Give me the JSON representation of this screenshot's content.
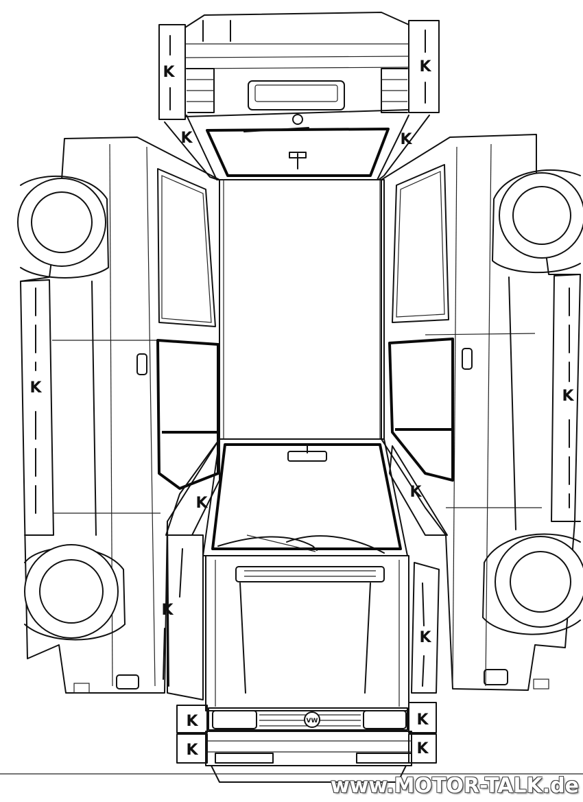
{
  "diagram": {
    "zone_marker": "K",
    "badge": "VW",
    "watermark": "www.MOTOR-TALK.de"
  }
}
